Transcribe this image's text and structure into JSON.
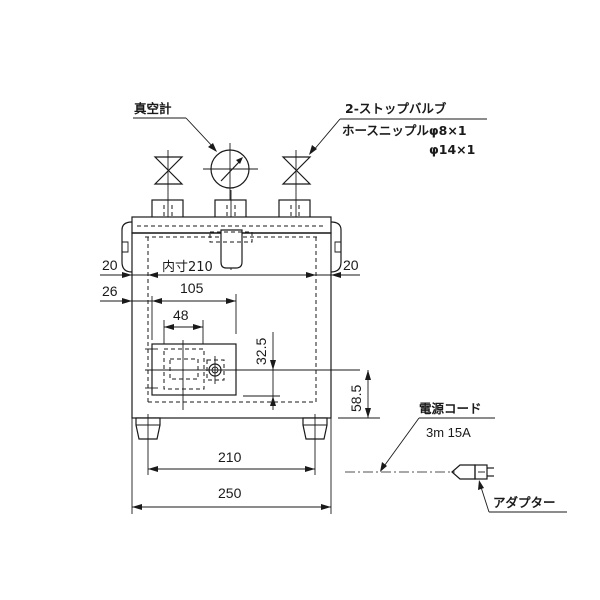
{
  "labels": {
    "vacuum_gauge": "真空計",
    "stop_valve": "2-ストップバルブ",
    "hose_nipple_1": "ホースニップルφ8×1",
    "hose_nipple_2": "φ14×1",
    "inner_dimension": "内寸210",
    "power_cord": "電源コード",
    "power_cord_spec": "3m  15A",
    "adapter": "アダプター"
  },
  "dimensions": {
    "left_handle": "20",
    "right_handle": "20",
    "left_offset": "26",
    "width_105": "105",
    "width_48": "48",
    "height_32_5": "32.5",
    "height_58_5": "58.5",
    "foot_span": "210",
    "overall_width": "250"
  },
  "colors": {
    "line": "#1a1a1a",
    "background": "#ffffff"
  }
}
